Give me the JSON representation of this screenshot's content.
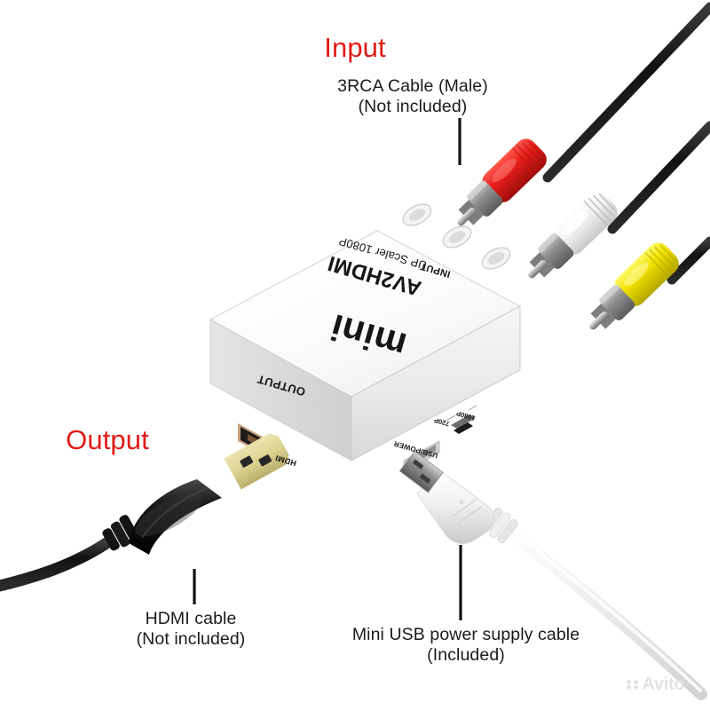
{
  "labels": {
    "input_title": "Input",
    "input_caption_line1": "3RCA Cable (Male)",
    "input_caption_line2": "(Not included)",
    "output_title": "Output",
    "hdmi_caption_line1": "HDMI cable",
    "hdmi_caption_line2": "(Not included)",
    "usb_caption_line1": "Mini USB power supply cable",
    "usb_caption_line2": "(Included)"
  },
  "device": {
    "brand": "mini",
    "model": "AV2HDMI",
    "tagline": "UP Scaler 1080P",
    "input_port_label": "INPUT",
    "output_port_label": "OUTPUT",
    "hdmi_port_label": "HDMI",
    "usb_port_label": "USB/POWER",
    "switch_left_label": "720P",
    "switch_right_label": "1080P"
  },
  "watermark": {
    "text": "Avito"
  },
  "colors": {
    "accent": "#e01b16",
    "text": "#1a1a1a",
    "background": "#ffffff",
    "rca_red": "#e8201f",
    "rca_white": "#f7f7f7",
    "rca_yellow": "#f5e500",
    "cable_black": "#161616",
    "cable_white": "#f2f2f2",
    "housing_white": "#fdfdfd",
    "hdmi_gold": "#d9d08a",
    "hdmi_shell_black": "#1c1c1c",
    "watermark_gray": "#e2e2e2"
  }
}
